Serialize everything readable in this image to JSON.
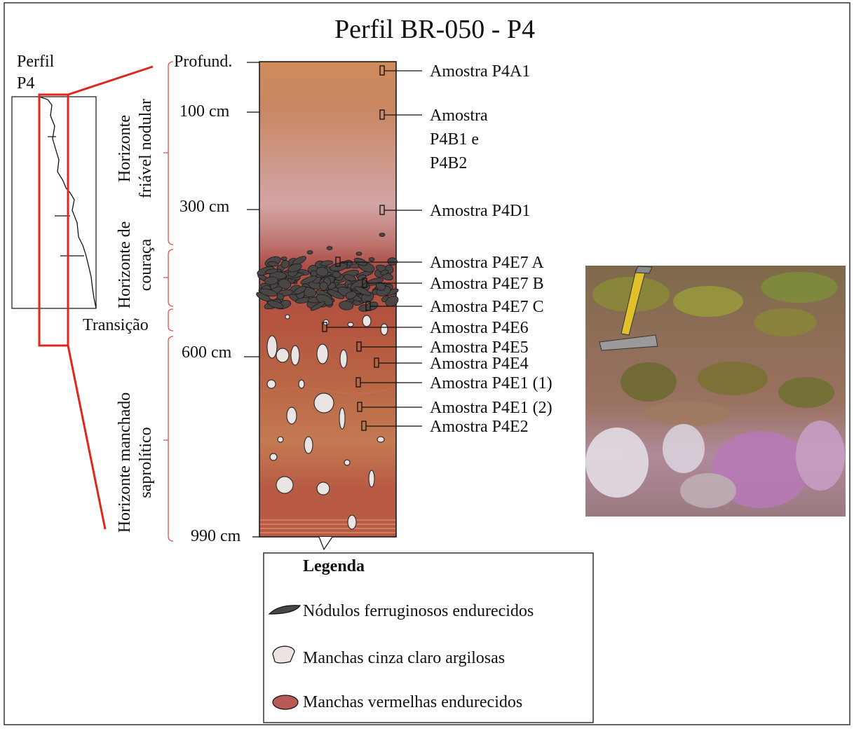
{
  "title": "Perfil BR-050 - P4",
  "mini_profile": {
    "label_line1": "Perfil",
    "label_line2": "P4"
  },
  "depth_axis": {
    "header": "Profund.",
    "ticks": [
      {
        "label": "100 cm",
        "depth_cm": 100
      },
      {
        "label": "300 cm",
        "depth_cm": 300
      },
      {
        "label": "600 cm",
        "depth_cm": 600
      },
      {
        "label": "990 cm",
        "depth_cm": 990
      }
    ]
  },
  "horizons": [
    {
      "id": "friavel",
      "line1": "Horizonte",
      "line2": "friável nodular"
    },
    {
      "id": "couraca",
      "line1": "Horizonte de",
      "line2": "couraça"
    },
    {
      "id": "transicao",
      "line1": "Transição"
    },
    {
      "id": "manchado",
      "line1": "Horizonte manchado",
      "line2": "saprolítico"
    }
  ],
  "samples": [
    {
      "id": "p4a1",
      "lines": [
        "Amostra P4A1"
      ]
    },
    {
      "id": "p4b",
      "lines": [
        "Amostra",
        "P4B1 e",
        "P4B2"
      ]
    },
    {
      "id": "p4d1",
      "lines": [
        "Amostra P4D1"
      ]
    },
    {
      "id": "p4e7a",
      "lines": [
        "Amostra P4E7  A"
      ]
    },
    {
      "id": "p4e7b",
      "lines": [
        "Amostra P4E7  B"
      ]
    },
    {
      "id": "p4e7c",
      "lines": [
        "Amostra P4E7  C"
      ]
    },
    {
      "id": "p4e6",
      "lines": [
        "Amostra P4E6"
      ]
    },
    {
      "id": "p4e5",
      "lines": [
        "Amostra P4E5"
      ]
    },
    {
      "id": "p4e4",
      "lines": [
        "Amostra P4E4"
      ]
    },
    {
      "id": "p4e1_1",
      "lines": [
        "Amostra P4E1 (1)"
      ]
    },
    {
      "id": "p4e1_2",
      "lines": [
        "Amostra P4E1 (2)"
      ]
    },
    {
      "id": "p4e2",
      "lines": [
        "Amostra P4E2"
      ]
    }
  ],
  "legend": {
    "title": "Legenda",
    "items": [
      {
        "label": "Nódulos ferruginosos endurecidos",
        "color": "#4a4646"
      },
      {
        "label": "Manchas cinza claro argilosas",
        "color": "#ece4e2"
      },
      {
        "label": "Manchas vermelhas endurecidos",
        "color": "#b85a55"
      }
    ]
  },
  "colors": {
    "highlight_red": "#e0251b",
    "top_soil": "#cf8a5a",
    "pale_zone": "#d4a0a0",
    "saprolite": "#b04a3c",
    "nodule": "#4a4646"
  }
}
